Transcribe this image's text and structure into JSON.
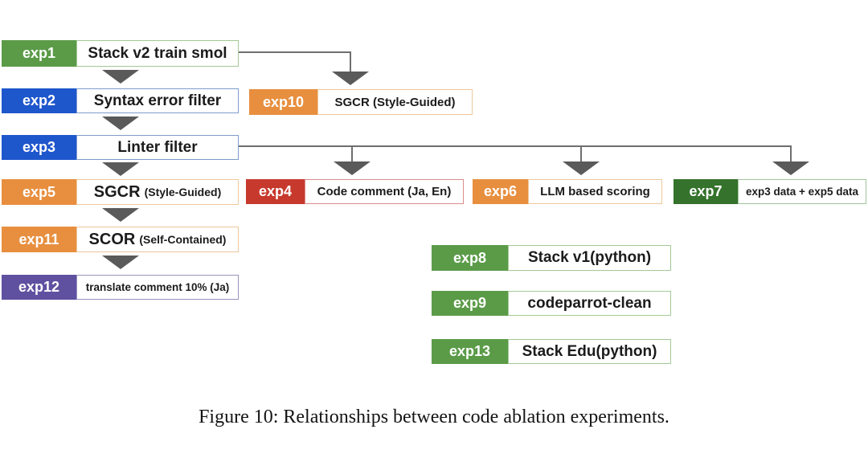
{
  "caption": "Figure 10: Relationships between code ablation experiments.",
  "palette": {
    "green": "#5b9b48",
    "blue": "#1e56cc",
    "orange": "#e78f3f",
    "red": "#c7392d",
    "purple": "#5f51a0",
    "dark_green": "#35722c",
    "connector_gray": "#5a5a5a"
  },
  "nodes": {
    "exp1": {
      "id": "exp1",
      "text": "Stack v2 train smol",
      "color": "green"
    },
    "exp2": {
      "id": "exp2",
      "text": "Syntax error filter",
      "color": "blue"
    },
    "exp3": {
      "id": "exp3",
      "text": "Linter filter",
      "color": "blue"
    },
    "exp5": {
      "id": "exp5",
      "text": "SGCR",
      "subtext": "(Style-Guided)",
      "color": "orange"
    },
    "exp11": {
      "id": "exp11",
      "text": "SCOR",
      "subtext": "(Self-Contained)",
      "color": "orange"
    },
    "exp12": {
      "id": "exp12",
      "text": "translate comment 10% (Ja)",
      "color": "purple"
    },
    "exp10": {
      "id": "exp10",
      "text": "SGCR (Style-Guided)",
      "color": "orange"
    },
    "exp4": {
      "id": "exp4",
      "text": "Code comment (Ja, En)",
      "color": "red"
    },
    "exp6": {
      "id": "exp6",
      "text": "LLM based scoring",
      "color": "orange"
    },
    "exp7": {
      "id": "exp7",
      "text": "exp3 data + exp5 data",
      "color": "dark_green"
    },
    "exp8": {
      "id": "exp8",
      "text": "Stack v1(python)",
      "color": "green"
    },
    "exp9": {
      "id": "exp9",
      "text": "codeparrot-clean",
      "color": "green"
    },
    "exp13": {
      "id": "exp13",
      "text": "Stack Edu(python)",
      "color": "green"
    }
  }
}
